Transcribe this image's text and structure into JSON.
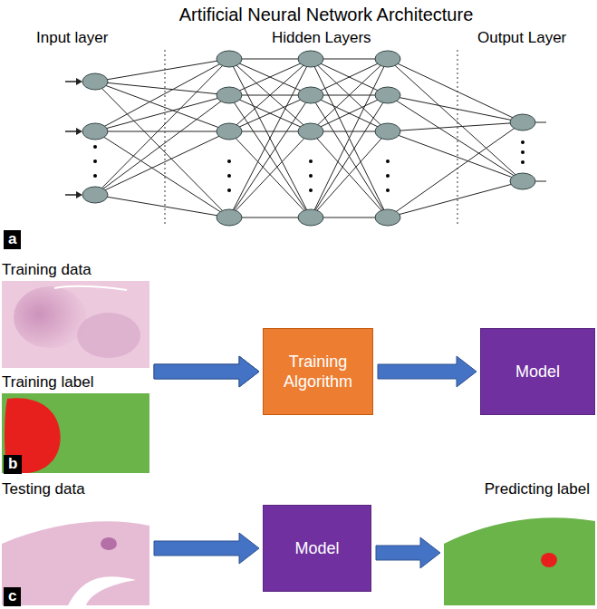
{
  "diagram": {
    "title": "Artificial Neural Network Architecture",
    "nodes": [
      {
        "text": [
          "Training data"
        ]
      },
      {
        "text": [
          "Training label"
        ]
      },
      {
        "text": [
          "Training Algorithm"
        ]
      },
      {
        "text": [
          "Model"
        ]
      },
      {
        "text": [
          "Testing data"
        ]
      },
      {
        "text": [
          "Model"
        ]
      },
      {
        "text": [
          "Predicting label"
        ]
      }
    ],
    "edges": [
      {
        "from": 0,
        "to": 2,
        "arrow": "to"
      },
      {
        "from": 1,
        "to": 2,
        "arrow": "to"
      },
      {
        "from": 2,
        "to": 3,
        "arrow": "to"
      },
      {
        "from": 4,
        "to": 5,
        "arrow": "to"
      },
      {
        "from": 5,
        "to": 6,
        "arrow": "to"
      }
    ],
    "labels": [
      "Input layer",
      "Hidden Layers",
      "Output Layer",
      "a",
      "b",
      "c"
    ]
  }
}
